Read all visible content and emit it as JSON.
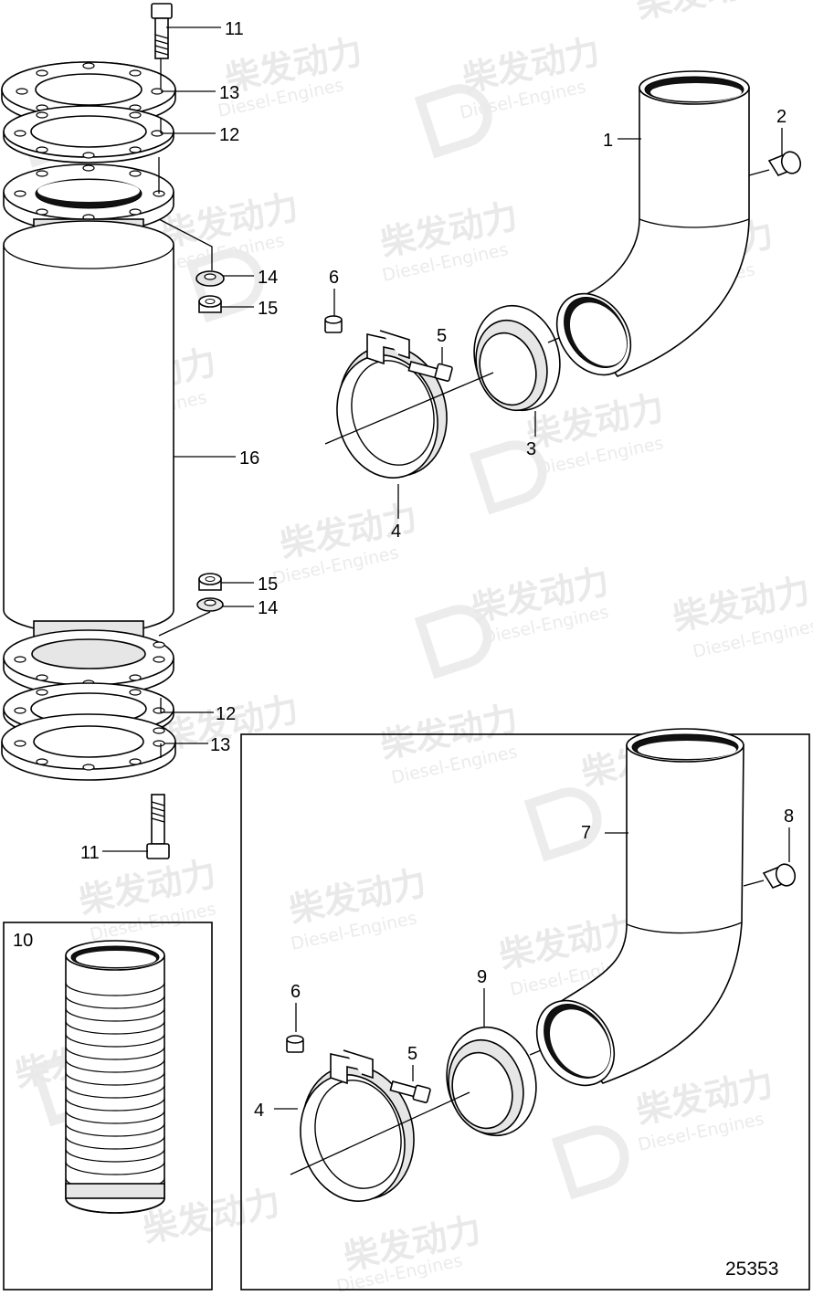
{
  "watermark": {
    "text_cn": "柴发动力",
    "text_en": "Diesel-Engines"
  },
  "figure_number": "25353",
  "callouts": {
    "c1": "1",
    "c2": "2",
    "c3": "3",
    "c4a": "4",
    "c5a": "5",
    "c6a": "6",
    "c4b": "4",
    "c5b": "5",
    "c6b": "6",
    "c7": "7",
    "c8": "8",
    "c9": "9",
    "c10": "10",
    "c11a": "11",
    "c11b": "11",
    "c12a": "12",
    "c12b": "12",
    "c13a": "13",
    "c13b": "13",
    "c14a": "14",
    "c14b": "14",
    "c15a": "15",
    "c15b": "15",
    "c16": "16"
  }
}
